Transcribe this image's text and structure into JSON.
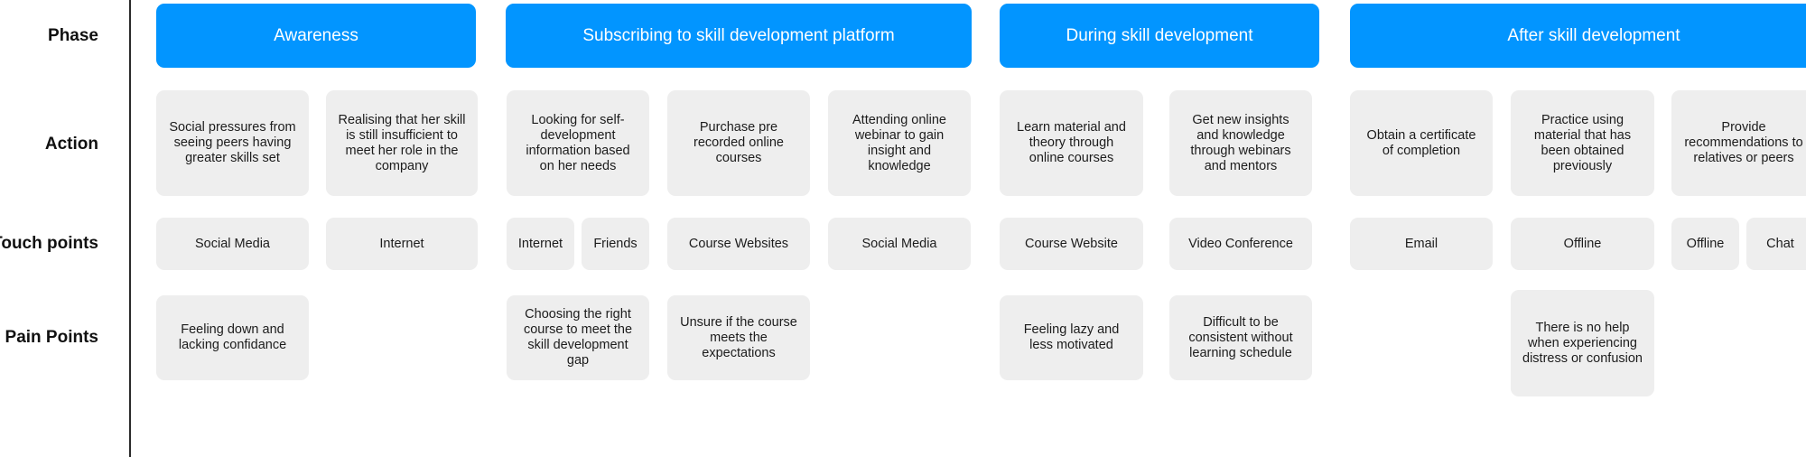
{
  "row_labels": {
    "phase": "Phase",
    "action": "Action",
    "touch_points": "Touch points",
    "pain_points": "Pain Points"
  },
  "colors": {
    "phase_bg": "#0295FF",
    "card_bg": "#EEEEEE",
    "phase_text": "#FFFFFF"
  },
  "phases": [
    {
      "title": "Awareness",
      "actions": [
        "Social pressures from seeing peers having greater skills set",
        "Realising that her skill is still insufficient to meet her role in the company"
      ],
      "touch_points": [
        "Social Media",
        "Internet"
      ],
      "pain_points": [
        "Feeling down and lacking confidance"
      ]
    },
    {
      "title": "Subscribing to skill development platform",
      "actions": [
        "Looking for self-development information based on her needs",
        "Purchase pre recorded online courses",
        "Attending online webinar to gain insight and knowledge"
      ],
      "touch_points": [
        "Internet",
        "Friends",
        "Course Websites",
        "Social Media"
      ],
      "pain_points": [
        "Choosing the right course to meet the skill development gap",
        "Unsure if the course meets the expectations"
      ]
    },
    {
      "title": "During skill development",
      "actions": [
        "Learn material and theory through online courses",
        "Get new insights and knowledge through webinars and mentors"
      ],
      "touch_points": [
        "Course Website",
        "Video Conference"
      ],
      "pain_points": [
        "Feeling lazy and less motivated",
        "Difficult to be consistent without learning schedule"
      ]
    },
    {
      "title": "After skill development",
      "actions": [
        "Obtain a certificate of completion",
        "Practice using material that has been obtained previously",
        "Provide recommendations to relatives or peers"
      ],
      "touch_points": [
        "Email",
        "Offline",
        "Offline",
        "Chat"
      ],
      "pain_points": [
        "There is no help when experiencing distress or confusion"
      ]
    }
  ]
}
